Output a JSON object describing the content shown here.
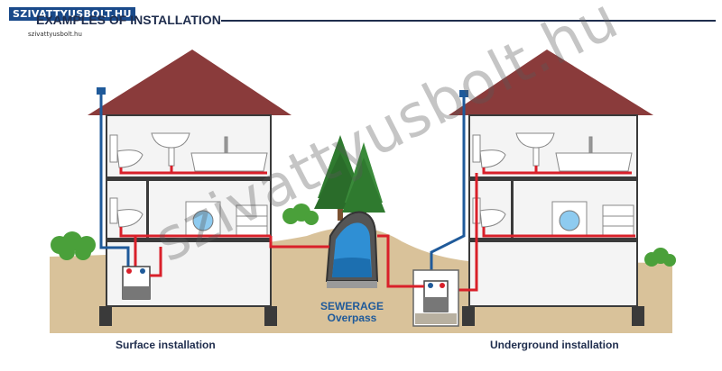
{
  "header": {
    "logo": "SZIVATTYUSBOLT.HU",
    "logo_sub": "szivattyusbolt.hu",
    "title": "EXAMPLES OF INSTALLATION"
  },
  "labels": {
    "sewer_line1": "SEWERAGE",
    "sewer_line2": "Overpass",
    "left_caption": "Surface installation",
    "right_caption": "Underground installation"
  },
  "watermark": "szivattyusbolt.hu",
  "colors": {
    "roof": "#8a3b3b",
    "wall": "#f2f2f2",
    "ground": "#d9c29a",
    "drain_pipe": "#d9202a",
    "vent_pipe": "#1f5a9a",
    "title": "#1f2d4d"
  }
}
